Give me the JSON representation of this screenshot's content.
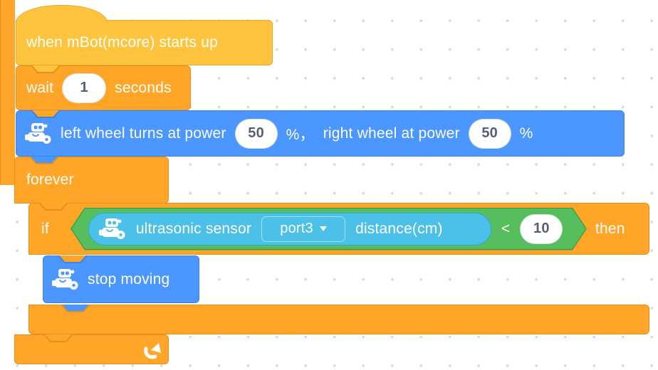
{
  "colors": {
    "events_yellow": "#FFC43D",
    "events_yellow_border": "#E7A636",
    "control_orange": "#FFA629",
    "control_orange_border": "#E0911F",
    "action_blue": "#4C97FF",
    "action_blue_border": "#3F83E0",
    "sensing_cyan": "#4BC0E8",
    "sensing_cyan_border": "#2FA9D6",
    "operator_green": "#57BE5D",
    "operator_green_border": "#3E9C47",
    "input_text": "#575E75",
    "canvas_dot": "#D9D9DE"
  },
  "blocks": {
    "hat": {
      "label": "when mBot(mcore) starts up"
    },
    "wait": {
      "prefix": "wait",
      "value": "1",
      "suffix": "seconds"
    },
    "motor": {
      "part1": "left wheel turns at power",
      "power_left": "50",
      "part2": "%，",
      "part3": "right wheel at power",
      "power_right": "50",
      "part4": "%"
    },
    "forever": {
      "label": "forever"
    },
    "if_block": {
      "if_label": "if",
      "then_label": "then"
    },
    "condition": {
      "sensor_label": "ultrasonic sensor",
      "port": "port3",
      "reading_label": "distance(cm)",
      "operator": "<",
      "threshold": "10"
    },
    "stop": {
      "label": "stop moving"
    }
  },
  "icons": {
    "mbot": "robot-face",
    "loop": "curved-arrow-up-right",
    "caret": "dropdown-triangle-down"
  }
}
